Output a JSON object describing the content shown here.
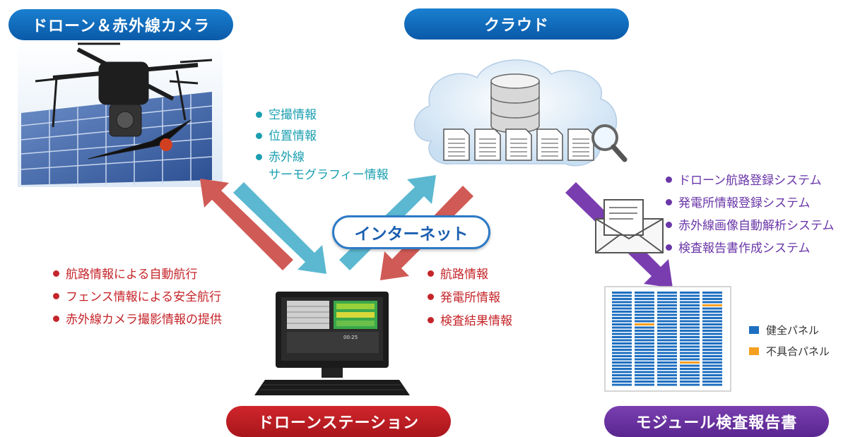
{
  "headers": {
    "drone_camera": "ドローン＆赤外線カメラ",
    "cloud": "クラウド",
    "drone_station": "ドローンステーション",
    "module_report": "モジュール検査報告書"
  },
  "internet_label": "インターネット",
  "uplink_info": [
    "空撮情報",
    "位置情報",
    "赤外線\nサーモグラフィー情報"
  ],
  "station_features": [
    "航路情報による自動航行",
    "フェンス情報による安全航行",
    "赤外線カメラ撮影情報の提供"
  ],
  "downlink_info": [
    "航路情報",
    "発電所情報",
    "検査結果情報"
  ],
  "cloud_systems": [
    "ドローン航路登録システム",
    "発電所情報登録システム",
    "赤外線画像自動解析システム",
    "検査報告書作成システム"
  ],
  "legend": {
    "healthy": {
      "label": "健全パネル",
      "color": "#1e6fc0"
    },
    "defective": {
      "label": "不具合パネル",
      "color": "#f5a020"
    }
  },
  "monitor_text": "00:25"
}
